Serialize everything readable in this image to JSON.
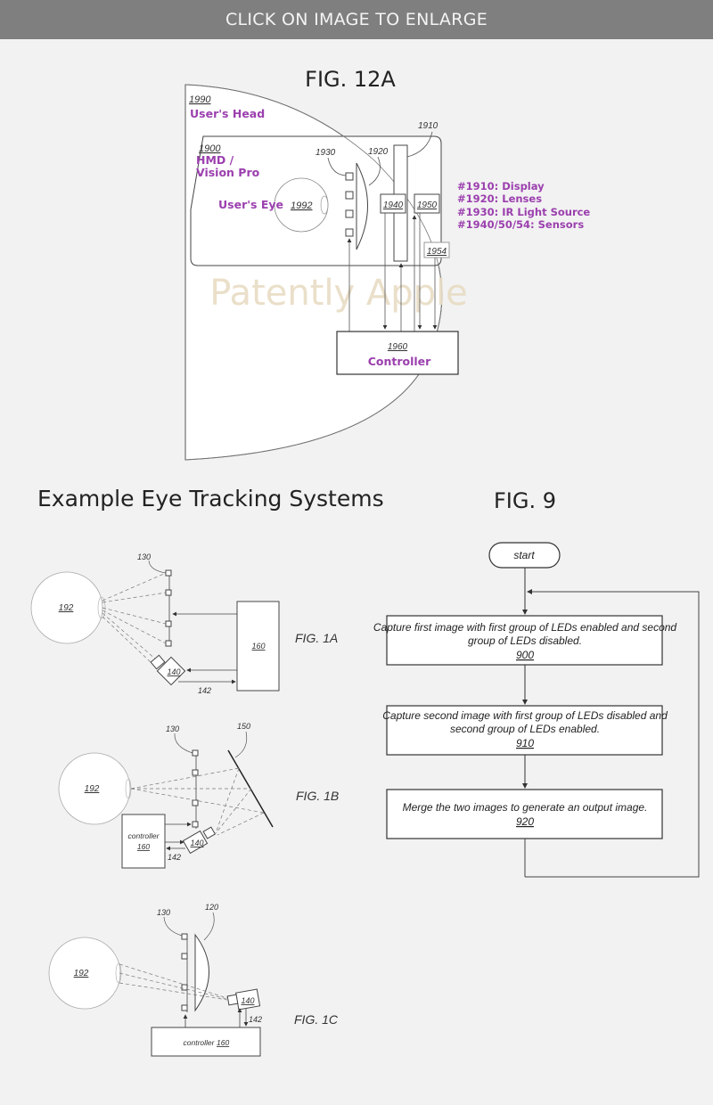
{
  "banner": {
    "label": "CLICK ON IMAGE TO ENLARGE"
  },
  "fig12a": {
    "title": "FIG. 12A",
    "head_ref": "1990",
    "head_label": "User's Head",
    "hmd_ref": "1900",
    "hmd_label_line1": "HMD /",
    "hmd_label_line2": "Vision Pro",
    "eye_label": "User's Eye",
    "eye_ref": "1992",
    "ir_ref": "1930",
    "lens_ref": "1920",
    "display_ref": "1910",
    "sensor1_ref": "1940",
    "sensor2_ref": "1950",
    "sensor3_ref": "1954",
    "controller_ref": "1960",
    "controller_label": "Controller",
    "legend": [
      "#1910: Display",
      "#1920: Lenses",
      "#1930: IR Light Source",
      "#1940/50/54: Sensors"
    ],
    "watermark": "Patently Apple"
  },
  "section_title": "Example Eye Tracking Systems",
  "fig1a": {
    "title": "FIG. 1A",
    "eye_ref": "192",
    "led_ref": "130",
    "camera_ref": "140",
    "signal_ref": "142",
    "controller_ref": "160"
  },
  "fig1b": {
    "title": "FIG. 1B",
    "eye_ref": "192",
    "led_ref": "130",
    "mirror_ref": "150",
    "camera_ref": "140",
    "signal_ref": "142",
    "controller_label": "controller",
    "controller_ref": "160"
  },
  "fig1c": {
    "title": "FIG. 1C",
    "eye_ref": "192",
    "led_ref": "130",
    "lens_ref": "120",
    "camera_ref": "140",
    "signal_ref": "142",
    "controller_label": "controller",
    "controller_ref": "160"
  },
  "fig9": {
    "title": "FIG. 9",
    "start_label": "start",
    "steps": [
      {
        "line1": "Capture first image with first group of LEDs enabled and second",
        "line2": "group of LEDs disabled.",
        "ref": "900"
      },
      {
        "line1": "Capture second image with first group of LEDs disabled and",
        "line2": "second group of LEDs enabled.",
        "ref": "910"
      },
      {
        "line1": "Merge the two images to generate an output image.",
        "line2": "",
        "ref": "920"
      }
    ]
  }
}
